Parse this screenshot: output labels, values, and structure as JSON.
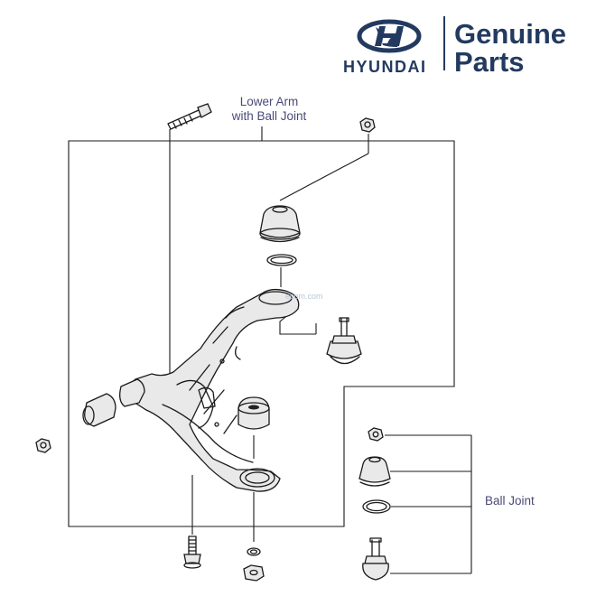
{
  "header": {
    "brand_name": "HYUNDAI",
    "title_line1": "Genuine",
    "title_line2": "Parts",
    "brand_color": "#233a60"
  },
  "labels": {
    "lower_arm_line1": "Lower Arm",
    "lower_arm_line2": "with Ball Joint",
    "ball_joint": "Ball Joint"
  },
  "watermark": "ecom.com",
  "colors": {
    "line": "#1a1a1a",
    "label_text": "#4a4a78"
  }
}
